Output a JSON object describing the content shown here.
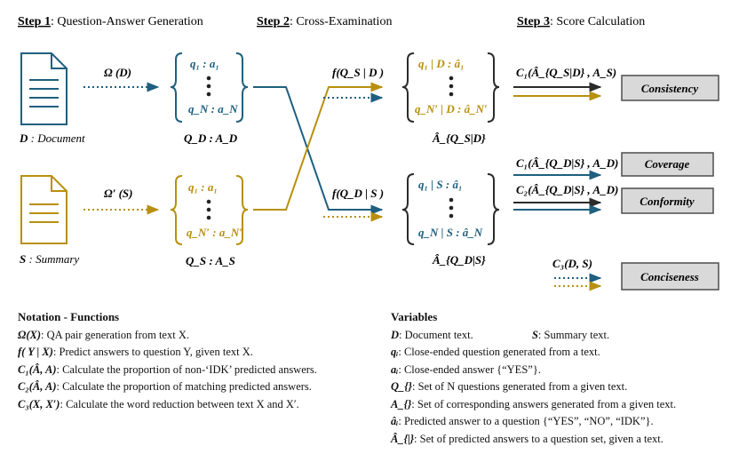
{
  "steps": {
    "s1_label": "Step 1",
    "s1_title": ": Question-Answer Generation",
    "s2_label": "Step 2",
    "s2_title": ": Cross-Examination",
    "s3_label": "Step 3",
    "s3_title": ": Score Calculation"
  },
  "doc": {
    "symbol": "D",
    "caption": " : Document",
    "func": "Ω (D)"
  },
  "sum": {
    "symbol": "S",
    "caption": " : Summary",
    "func": "Ω′ (S)"
  },
  "qd": {
    "first": "q₁ : a₁",
    "last": "q_N : a_N",
    "label": "Q_D : A_D"
  },
  "qs": {
    "first": "q₁ : a₁",
    "last": "q_N′ : a_N′",
    "label": "Q_S : A_S"
  },
  "cross": {
    "top_func": "f(Q_S | D )",
    "bottom_func": "f(Q_D | S )",
    "top_first": "q₁ | D : â₁",
    "top_last": "q_N′ | D : â_N′",
    "top_label": "Â_{Q_S|D}",
    "bottom_first": "q₁ | S : â₁",
    "bottom_last": "q_N | S : â_N",
    "bottom_label": "Â_{Q_D|S}"
  },
  "scores": {
    "c1_top": "C₁(Â_{Q_S|D} , A_S)",
    "c1_bottom": "C₁(Â_{Q_D|S} , A_D)",
    "c2": "C₂(Â_{Q_D|S} , A_D)",
    "c3": "C₃(D, S)",
    "consistency": "Consistency",
    "coverage": "Coverage",
    "conformity": "Conformity",
    "conciseness": "Conciseness"
  },
  "notation": {
    "title": "Notation - Functions",
    "items": [
      {
        "sym": "Ω(X)",
        "text": ": QA pair generation from text X."
      },
      {
        "sym": "f( Y | X)",
        "text": ": Predict answers to question Y, given text X."
      },
      {
        "sym": "C₁(Â, A)",
        "text": ": Calculate the proportion of non-‘IDK’ predicted answers."
      },
      {
        "sym": "C₂(Â, A)",
        "text": ": Calculate the proportion of matching predicted answers."
      },
      {
        "sym": "C₃(X, X′)",
        "text": ": Calculate the word reduction between text X and X′."
      }
    ]
  },
  "variables": {
    "title": "Variables",
    "d_sym": "D",
    "d_text": ": Document text.",
    "s_sym": "S",
    "s_text": ": Summary text.",
    "items": [
      {
        "sym": "qᵢ",
        "text": ": Close-ended question generated from a text."
      },
      {
        "sym": "aᵢ",
        "text": ": Close-ended answer {“YES”}."
      },
      {
        "sym": "Q_{}",
        "text": ": Set of N questions generated from a given text."
      },
      {
        "sym": "A_{}",
        "text": ": Set of corresponding answers generated from a given text."
      },
      {
        "sym": "âᵢ",
        "text": ": Predicted answer to a question {“YES”, “NO”, “IDK”}."
      },
      {
        "sym": "Â_{|}",
        "text": ": Set of predicted answers to a question set, given a text."
      }
    ]
  },
  "colors": {
    "blue": "#1f5f7f",
    "gold": "#b8900e",
    "box_fill": "#d9d9d9",
    "box_stroke": "#4d4d4d"
  }
}
